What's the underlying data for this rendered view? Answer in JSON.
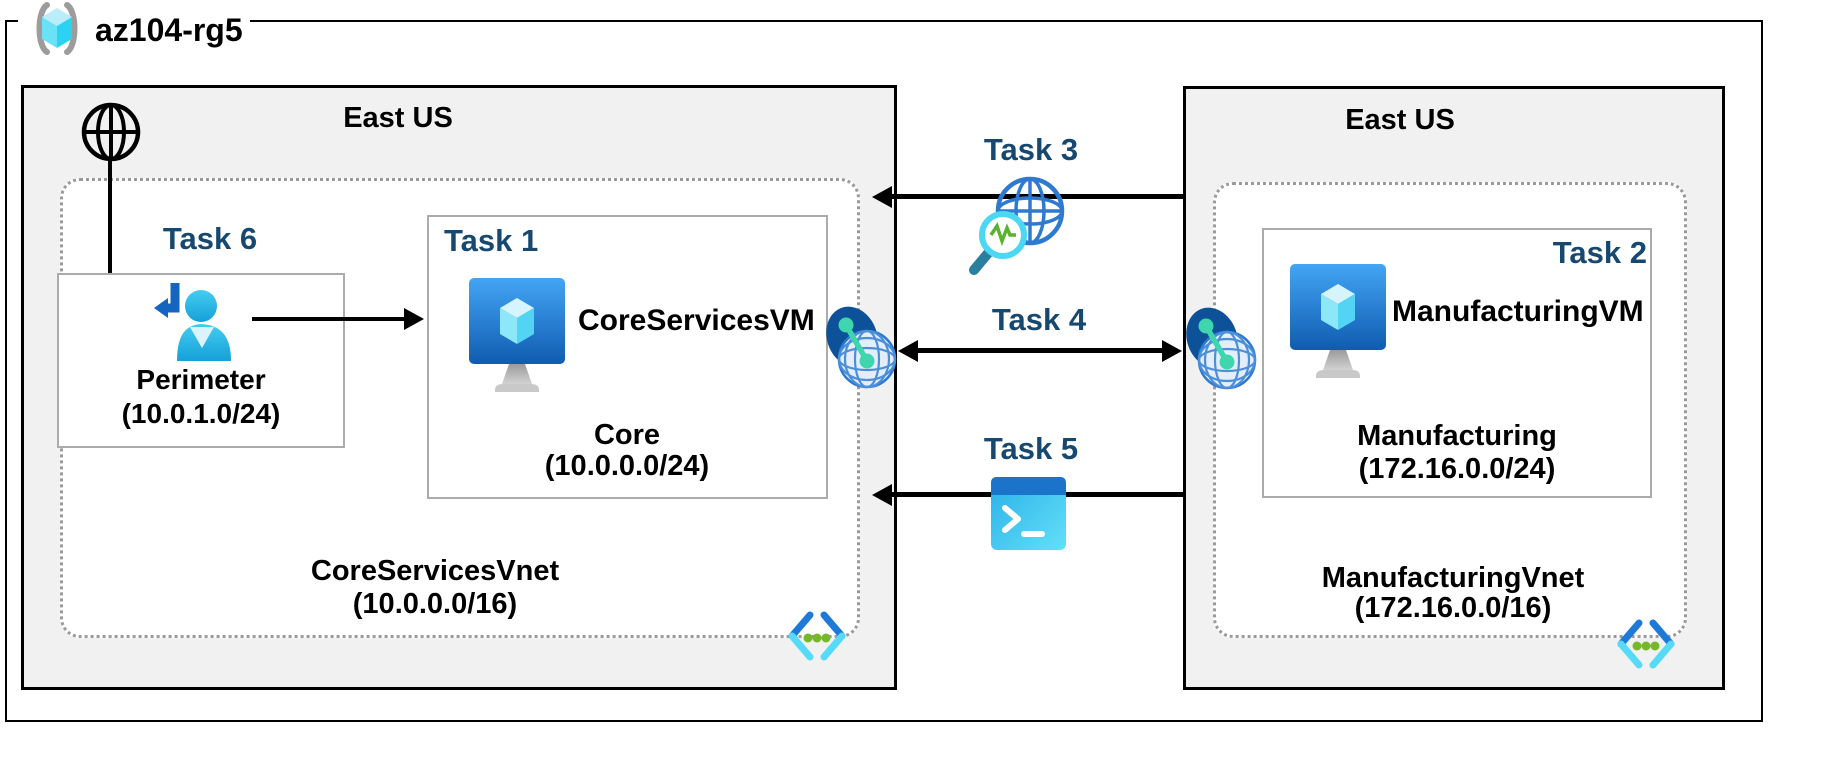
{
  "resource_group": {
    "label": "az104-rg5",
    "icon": "resource-group-icon"
  },
  "left_region": {
    "location": "East US",
    "vnet_name": "CoreServicesVnet",
    "vnet_cidr": "(10.0.0.0/16)",
    "subnets": {
      "perimeter": {
        "task_label": "Task 6",
        "name": "Perimeter",
        "cidr": "(10.0.1.0/24)",
        "icon": "sign-in-user-icon"
      },
      "core": {
        "task_label": "Task 1",
        "vm_name": "CoreServicesVM",
        "name": "Core",
        "cidr": "(10.0.0.0/24)",
        "icon": "virtual-machine-icon"
      }
    },
    "icons": {
      "internet": "internet-globe-icon",
      "vnet": "virtual-network-icon",
      "peering": "vnet-peering-icon"
    }
  },
  "connections": {
    "task3": {
      "label": "Task 3",
      "icon": "network-watcher-icon"
    },
    "task4": {
      "label": "Task 4"
    },
    "task5": {
      "label": "Task 5",
      "icon": "cloud-shell-icon"
    }
  },
  "right_region": {
    "location": "East US",
    "vnet_name": "ManufacturingVnet",
    "vnet_cidr": "(172.16.0.0/16)",
    "subnets": {
      "manufacturing": {
        "task_label": "Task 2",
        "vm_name": "ManufacturingVM",
        "name": "Manufacturing",
        "cidr": "(172.16.0.0/24)",
        "icon": "virtual-machine-icon"
      }
    },
    "icons": {
      "vnet": "virtual-network-icon",
      "peering": "vnet-peering-icon"
    }
  },
  "colors": {
    "task_label": "#17486f",
    "region_fill": "#f1f1f1",
    "dotted_border": "#9a9a9a",
    "azure_blue": "#1b6fc0",
    "cyan": "#35d3f2",
    "green": "#76b82a",
    "teal_link": "#3fd6ae",
    "arrow": "#000000"
  }
}
